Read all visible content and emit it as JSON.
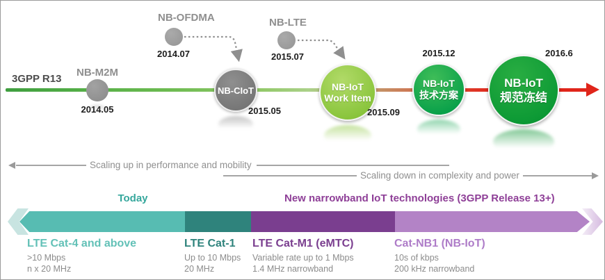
{
  "timeline": {
    "release": "3GPP R13",
    "m2m": {
      "label": "NB-M2M",
      "date": "2014.05"
    },
    "ofdma": {
      "label": "NB-OFDMA",
      "date": "2014.07"
    },
    "ciot": {
      "label": "NB-CIoT",
      "date": "2015.05"
    },
    "lte": {
      "label": "NB-LTE",
      "date": "2015.07"
    },
    "workitem": {
      "line1": "NB-IoT",
      "line2": "Work Item",
      "date": "2015.09"
    },
    "plan": {
      "line1": "NB-IoT",
      "line2": "技术方案",
      "date": "2015.12"
    },
    "freeze": {
      "line1": "NB-IoT",
      "line2": "规范冻结",
      "date": "2016.6"
    }
  },
  "scaling": {
    "up": "Scaling up in performance and mobility",
    "down": "Scaling down in complexity and power"
  },
  "bar": {
    "today": "Today",
    "new_tech": "New narrowband IoT technologies (3GPP Release 13+)"
  },
  "categories": [
    {
      "title": "LTE Cat-4 and above",
      "spec1": ">10 Mbps",
      "spec2": "n x 20 MHz"
    },
    {
      "title": "LTE Cat-1",
      "spec1": "Up to 10 Mbps",
      "spec2": "20 MHz"
    },
    {
      "title": "LTE Cat-M1 (eMTC)",
      "spec1": "Variable rate up to 1 Mbps",
      "spec2": "1.4 MHz narrowband"
    },
    {
      "title": "Cat-NB1 (NB-IoT)",
      "spec1": "10s of kbps",
      "spec2": "200 kHz narrowband"
    }
  ],
  "colors": {
    "timeline_green": "#3f9e3f",
    "timeline_tan": "#c49a6c",
    "timeline_red": "#e0251a",
    "node_gray": "#8f8f8f",
    "node_dark_gray": "#6e6e6e",
    "node_light_green": "#8cc63f",
    "node_mid_green": "#0aa14a",
    "node_dark_green": "#0d9a35",
    "bar_teal": "#57bcb2",
    "bar_dark_teal": "#2f837c",
    "bar_dark_purple": "#7a3e8f",
    "bar_light_purple": "#b383c6",
    "today_text": "#35a79c",
    "new_tech_text": "#8e3f97"
  }
}
